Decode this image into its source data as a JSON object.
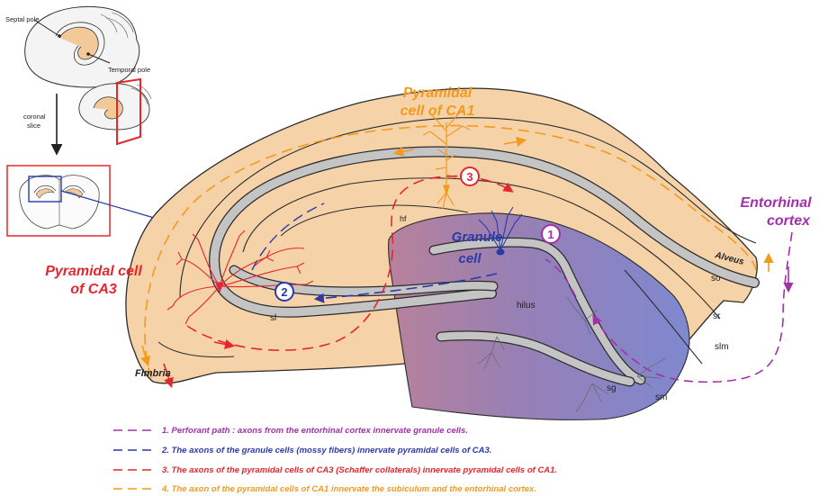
{
  "inset": {
    "septal_pole": "Septal pole",
    "temporal_pole": "Temporal pole",
    "coronal_slice_line1": "coronal",
    "coronal_slice_line2": "slice"
  },
  "labels": {
    "pyramidal_ca1_line1": "Pyramidal",
    "pyramidal_ca1_line2": "cell  of  CA1",
    "pyramidal_ca3_line1": "Pyramidal  cell",
    "pyramidal_ca3_line2": "of  CA3",
    "entorhinal_line1": "Entorhinal",
    "entorhinal_line2": "cortex",
    "granule_line1": "Granule",
    "granule_line2": "cell",
    "fimbria": "Fimbria",
    "alveus": "Alveus",
    "so": "so",
    "sr": "sr",
    "slm": "slm",
    "sm": "sm",
    "sg": "sg",
    "sl": "sl",
    "hf": "hf",
    "hilus": "hilus"
  },
  "markers": [
    "1",
    "2",
    "3"
  ],
  "legend": [
    {
      "text": "1. Perforant path : axons from the entorhinal cortex innervate granule cells.",
      "color": "#a230a8"
    },
    {
      "text": "2. The axons of the granule cells (mossy fibers) innervate pyramidal cells of CA3.",
      "color": "#2a3aa6"
    },
    {
      "text": "3. The axons of the pyramidal cells of CA3 (Schaffer collaterals) innervate pyramidal cells of CA1.",
      "color": "#e5262d"
    },
    {
      "text": "4. The axon of the pyramidal cells of CA1 innervate the subiculum and the entorhinal cortex.",
      "color": "#f29a1e"
    }
  ],
  "colors": {
    "tissue": "#f6d2a8",
    "gray_layer": "#c4c4c4",
    "purple": "#a230a8",
    "blue": "#2a3aa6",
    "red": "#e5262d",
    "orange": "#f29a1e"
  }
}
